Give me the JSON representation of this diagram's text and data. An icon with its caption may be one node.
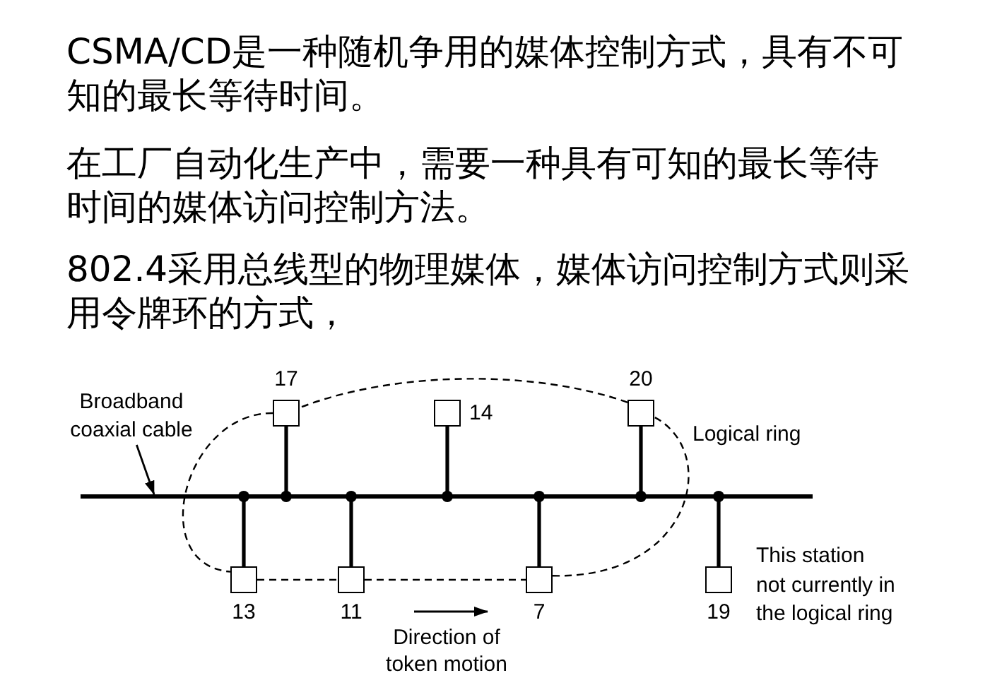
{
  "diagram": {
    "nodes": [
      {
        "text": [
          "Broadband coaxial cable"
        ]
      },
      {
        "text": [],
        "shape": "line"
      },
      {
        "text": [],
        "shape": "box",
        "beside": [
          "17"
        ]
      },
      {
        "text": [],
        "shape": "box",
        "beside": [
          "14"
        ]
      },
      {
        "text": [],
        "shape": "box",
        "beside": [
          "20"
        ]
      },
      {
        "text": [],
        "shape": "box",
        "beside": [
          "13"
        ]
      },
      {
        "text": [],
        "shape": "box",
        "beside": [
          "11"
        ]
      },
      {
        "text": [],
        "shape": "box",
        "beside": [
          "7"
        ]
      },
      {
        "text": [],
        "shape": "box",
        "beside": [
          "19",
          "This station not currently in the logical ring"
        ]
      }
    ],
    "edges": [
      {
        "from": 0,
        "to": 1,
        "arrow": "to"
      },
      {
        "from": 2,
        "to": 1,
        "arrow": "other"
      },
      {
        "from": 3,
        "to": 1,
        "arrow": "other"
      },
      {
        "from": 4,
        "to": 1,
        "arrow": "other"
      },
      {
        "from": 5,
        "to": 1,
        "arrow": "other"
      },
      {
        "from": 6,
        "to": 1,
        "arrow": "other"
      },
      {
        "from": 7,
        "to": 1,
        "arrow": "other"
      },
      {
        "from": 8,
        "to": 1,
        "arrow": "other"
      },
      {
        "from": 5,
        "to": 6,
        "arrow": "none",
        "style": "dashed"
      },
      {
        "from": 6,
        "to": 7,
        "arrow": "none",
        "style": "dashed"
      },
      {
        "from": 7,
        "to": 4,
        "arrow": "none",
        "style": "dashed"
      },
      {
        "from": 4,
        "to": 2,
        "arrow": "none",
        "style": "dashed"
      },
      {
        "from": 2,
        "to": 5,
        "arrow": "none",
        "style": "dashed"
      }
    ],
    "labels": [
      "CSMA/CD是一种随机争用的媒体控制方式，具有不可知的最长等待时间。",
      "在工厂自动化生产中，需要一种具有可知的最长等待时间的媒体访问控制方法。",
      "802.4采用总线型的物理媒体，媒体访问控制方式则采用令牌环的方式，",
      "Logical ring",
      "Direction of token motion"
    ]
  }
}
